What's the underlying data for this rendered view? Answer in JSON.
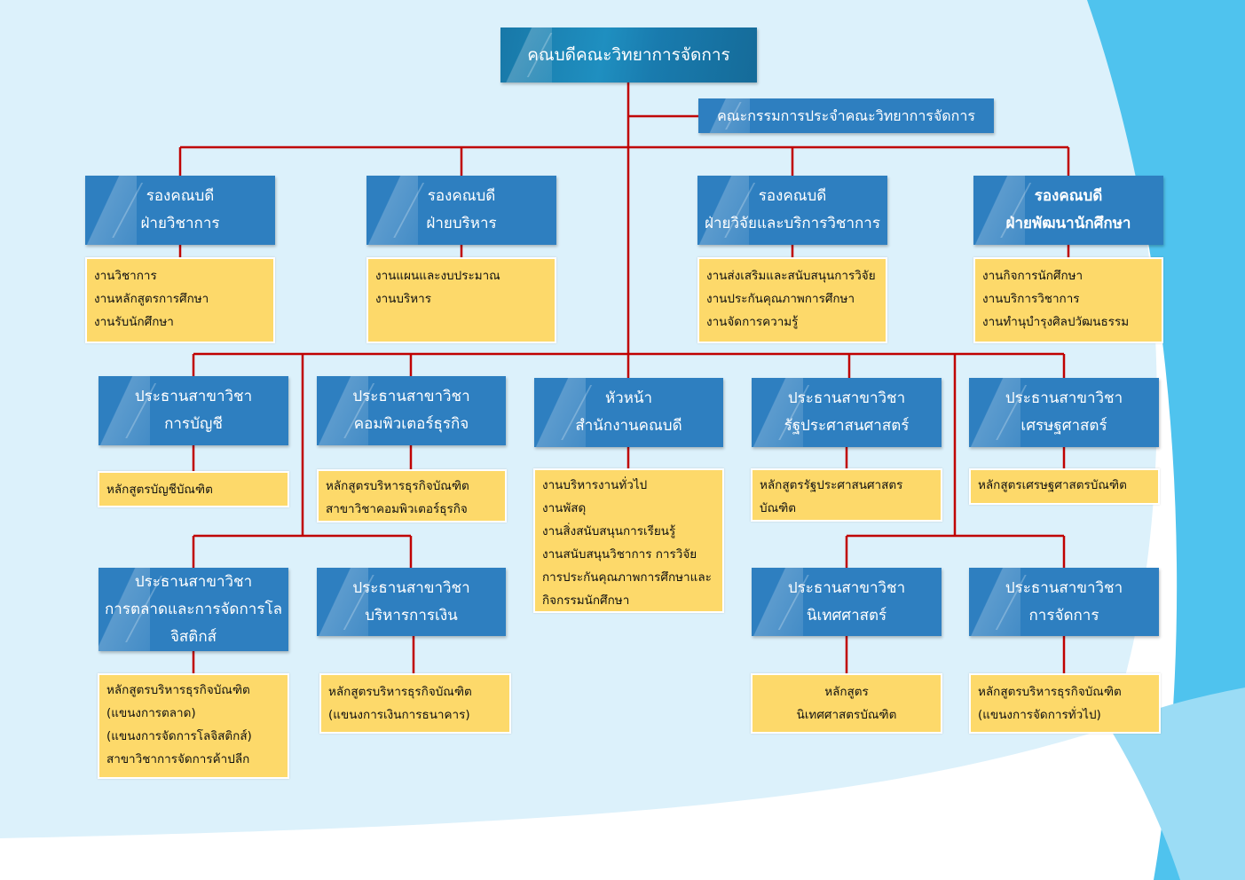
{
  "colors": {
    "blue_box": "#2e7fc0",
    "yellow_box": "#fdd96a",
    "connector": "#c00000",
    "background": "#dcf0fa"
  },
  "dean": "คณบดีคณะวิทยาการจัดการ",
  "committee": "คณะกรรมการประจำคณะวิทยาการจัดการ",
  "vice_deans": [
    {
      "title": "รองคณบดี",
      "sub": "ฝ่ายวิชาการ",
      "tasks": [
        "งานวิชาการ",
        "งานหลักสูตรการศึกษา",
        "งานรับนักศึกษา"
      ]
    },
    {
      "title": "รองคณบดี",
      "sub": "ฝ่ายบริหาร",
      "tasks": [
        "งานแผนและงบประมาณ",
        "งานบริหาร"
      ]
    },
    {
      "title": "รองคณบดี",
      "sub": "ฝ่ายวิจัยและบริการวิชาการ",
      "tasks": [
        "งานส่งเสริมและสนับสนุนการวิจัย",
        "งานประกันคุณภาพการศึกษา",
        "งานจัดการความรู้"
      ]
    },
    {
      "title": "รองคณบดี",
      "sub": "ฝ่ายพัฒนานักศึกษา",
      "tasks": [
        "งานกิจการนักศึกษา",
        "งานบริการวิชาการ",
        "งานทำนุบำรุงศิลปวัฒนธรรม"
      ]
    }
  ],
  "row2": [
    {
      "title": "ประธานสาขาวิชา",
      "sub": "การบัญชี",
      "tasks": [
        "หลักสูตรบัญชีบัณฑิต"
      ]
    },
    {
      "title": "ประธานสาขาวิชา",
      "sub": "คอมพิวเตอร์ธุรกิจ",
      "tasks": [
        "หลักสูตรบริหารธุรกิจบัณฑิต",
        "สาขาวิชาคอมพิวเตอร์ธุรกิจ"
      ]
    },
    {
      "title": "หัวหน้า",
      "sub": "สำนักงานคณบดี",
      "tasks": [
        "งานบริหารงานทั่วไป",
        "งานพัสดุ",
        "งานสิ่งสนับสนุนการเรียนรู้",
        "งานสนับสนุนวิชาการ การวิจัย",
        "การประกันคุณภาพการศึกษาและ",
        "กิจกรรมนักศึกษา"
      ]
    },
    {
      "title": "ประธานสาขาวิชา",
      "sub": "รัฐประศาสนศาสตร์",
      "tasks": [
        "หลักสูตรรัฐประศาสนศาสตร",
        "บัณฑิต"
      ]
    },
    {
      "title": "ประธานสาขาวิชา",
      "sub": "เศรษฐศาสตร์",
      "tasks": [
        "หลักสูตรเศรษฐศาสตรบัณฑิต"
      ]
    }
  ],
  "row3": [
    {
      "title": "ประธานสาขาวิชา",
      "sub": "การตลาดและการจัดการโล",
      "sub2": "จิสติกส์",
      "tasks": [
        "หลักสูตรบริหารธุรกิจบัณฑิต",
        "(แขนงการตลาด)",
        "(แขนงการจัดการโลจิสติกส์)",
        "สาขาวิชาการจัดการค้าปลีก"
      ]
    },
    {
      "title": "ประธานสาขาวิชา",
      "sub": "บริหารการเงิน",
      "tasks": [
        "หลักสูตรบริหารธุรกิจบัณฑิต",
        "(แขนงการเงินการธนาคาร)"
      ]
    },
    {
      "title": "ประธานสาขาวิชา",
      "sub": "นิเทศศาสตร์",
      "tasks": [
        "หลักสูตร",
        "นิเทศศาสตรบัณฑิต"
      ]
    },
    {
      "title": "ประธานสาขาวิชา",
      "sub": "การจัดการ",
      "tasks": [
        "หลักสูตรบริหารธุรกิจบัณฑิต",
        "(แขนงการจัดการทั่วไป)"
      ]
    }
  ]
}
